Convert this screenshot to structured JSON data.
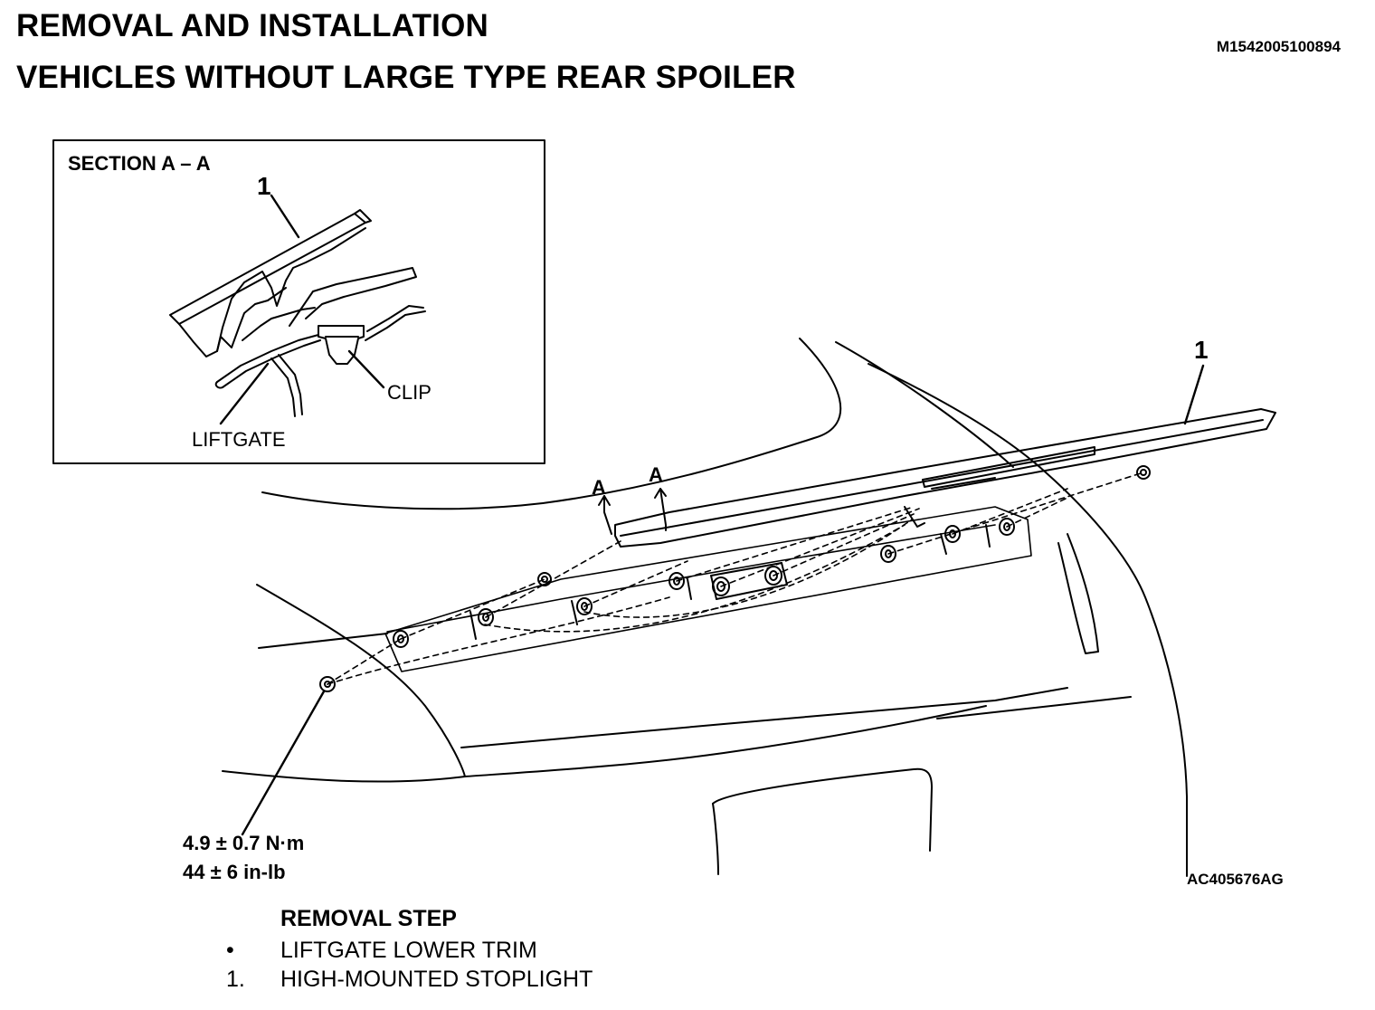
{
  "header": {
    "title_line1": "REMOVAL AND INSTALLATION",
    "title_line2": "VEHICLES WITHOUT LARGE TYPE REAR SPOILER",
    "doc_id": "M1542005100894"
  },
  "figure": {
    "figure_id": "AC405676AG",
    "inset": {
      "section_label": "SECTION A – A",
      "part_callout": "1",
      "clip_label": "CLIP",
      "liftgate_label": "LIFTGATE"
    },
    "main": {
      "part_callout": "1",
      "section_marker_left": "A",
      "section_marker_right": "A",
      "torque_line1": "4.9 ± 0.7 N·m",
      "torque_line2": "44 ± 6 in-lb"
    }
  },
  "procedure": {
    "title": "REMOVAL STEP",
    "steps": [
      {
        "marker": "•",
        "text": "LIFTGATE LOWER TRIM"
      },
      {
        "marker": "1.",
        "text": "HIGH-MOUNTED STOPLIGHT"
      }
    ]
  }
}
